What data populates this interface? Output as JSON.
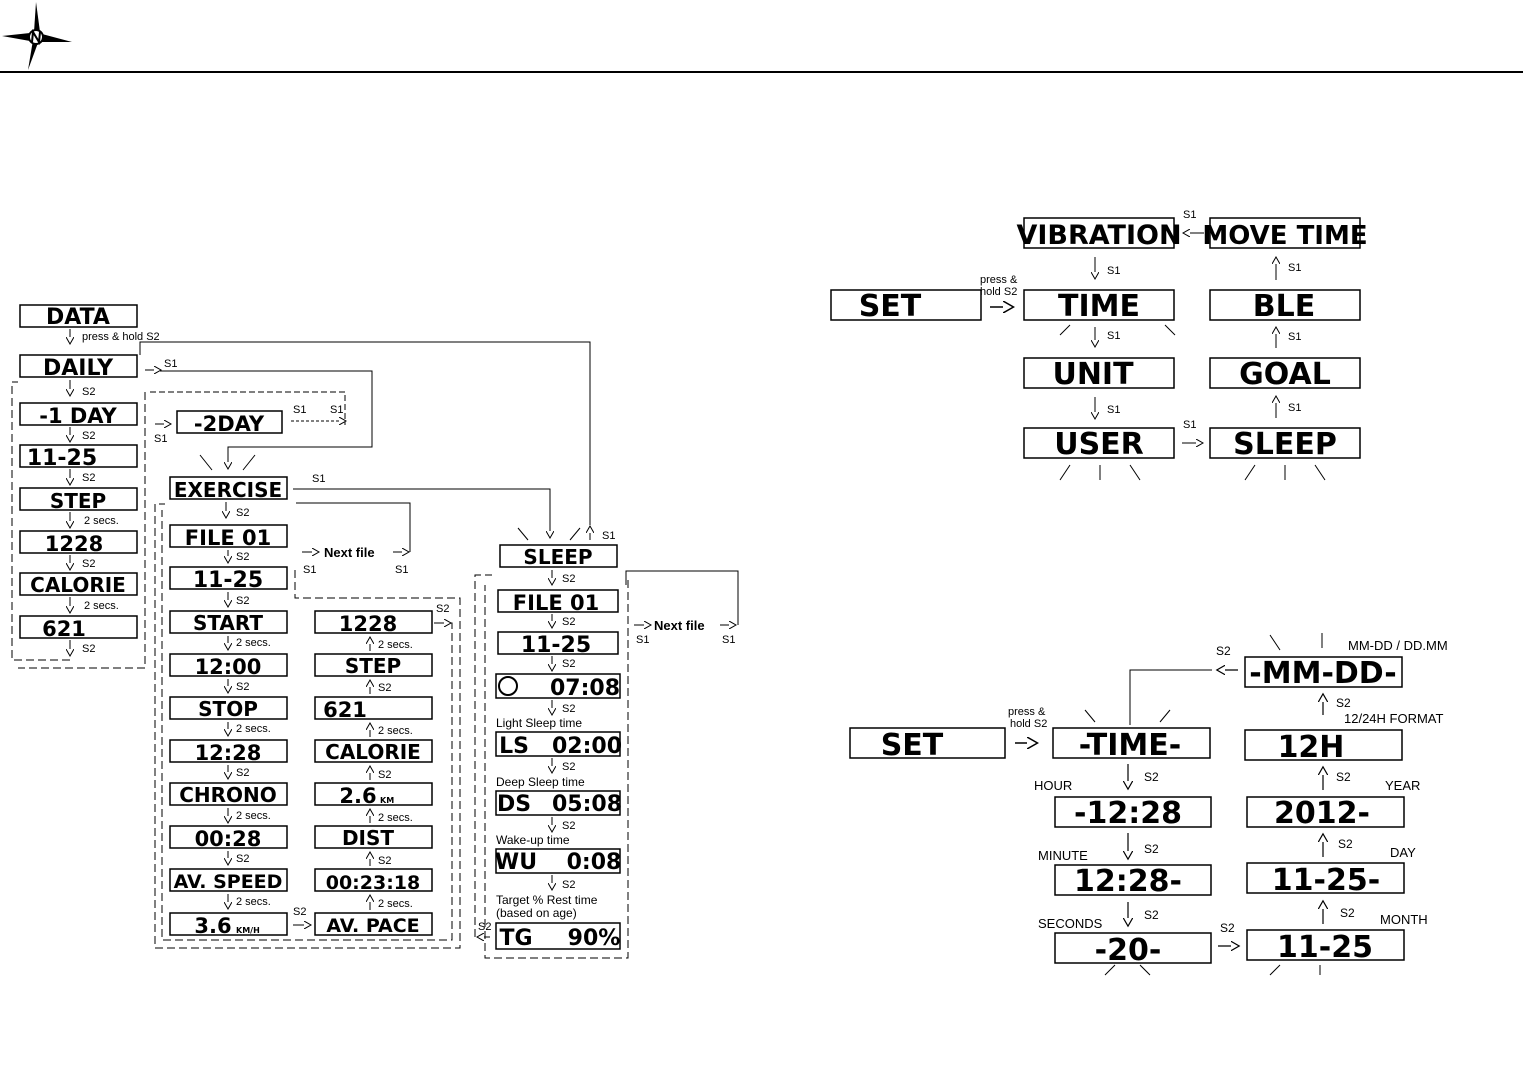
{
  "data_menu": {
    "data": "DATA",
    "press_hold_s2": "press & hold S2",
    "daily": "DAILY",
    "day_minus1": "-1 DAY",
    "date": "11-25",
    "step": "STEP",
    "step_value": "1228",
    "calorie": "CALORIE",
    "calorie_value": "621",
    "day_minus2": "-2DAY",
    "exercise": "EXERCISE",
    "file01": "FILE 01",
    "next_file": "Next file",
    "start": "START",
    "start_time": "12:00",
    "stop": "STOP",
    "stop_time": "12:28",
    "chrono": "CHRONO",
    "chrono_value": "00:28",
    "av_speed": "AV. SPEED",
    "speed_value": "3.6",
    "speed_unit": "KM/H",
    "dist_value": "2.6",
    "dist_unit": "KM",
    "dist": "DIST",
    "pace_value": "00:23:18",
    "av_pace": "AV. PACE",
    "sleep": "SLEEP",
    "sleep_total": "07:08",
    "light_sleep_caption": "Light Sleep time",
    "ls_label": "LS",
    "ls_value": "02:00",
    "deep_sleep_caption": "Deep Sleep time",
    "ds_label": "DS",
    "ds_value": "05:08",
    "wake_caption": "Wake-up time",
    "wu_label": "WU",
    "wu_value": "0:08",
    "target_caption_1": "Target % Rest time",
    "target_caption_2": "(based on age)",
    "tg_label": "TG",
    "tg_value": "90%"
  },
  "set_menu": {
    "set": "SET",
    "press_hold_1": "press &",
    "press_hold_2": "hold S2",
    "vibration": "VIBRATION",
    "move_time": "MOVE TIME",
    "time": "TIME",
    "ble": "BLE",
    "unit": "UNIT",
    "goal": "GOAL",
    "user": "USER",
    "sleep": "SLEEP"
  },
  "time_set": {
    "set": "SET",
    "press_hold_1": "press &",
    "press_hold_2": "hold S2",
    "time": "-TIME-",
    "hour_caption": "HOUR",
    "hour_value": "-12:28",
    "minute_caption": "MINUTE",
    "minute_value": "12:28-",
    "seconds_caption": "SECONDS",
    "seconds_value": "-20-",
    "month_caption": "MONTH",
    "month_value": "11-25",
    "day_caption": "DAY",
    "day_value": "11-25-",
    "year_caption": "YEAR",
    "year_value": "2012-",
    "format_caption": "12/24H FORMAT",
    "format_value": "12H",
    "date_format_caption": "MM-DD / DD.MM",
    "date_format_value": "-MM-DD-"
  },
  "buttons": {
    "s1": "S1",
    "s2": "S2",
    "two_secs": "2 secs."
  }
}
